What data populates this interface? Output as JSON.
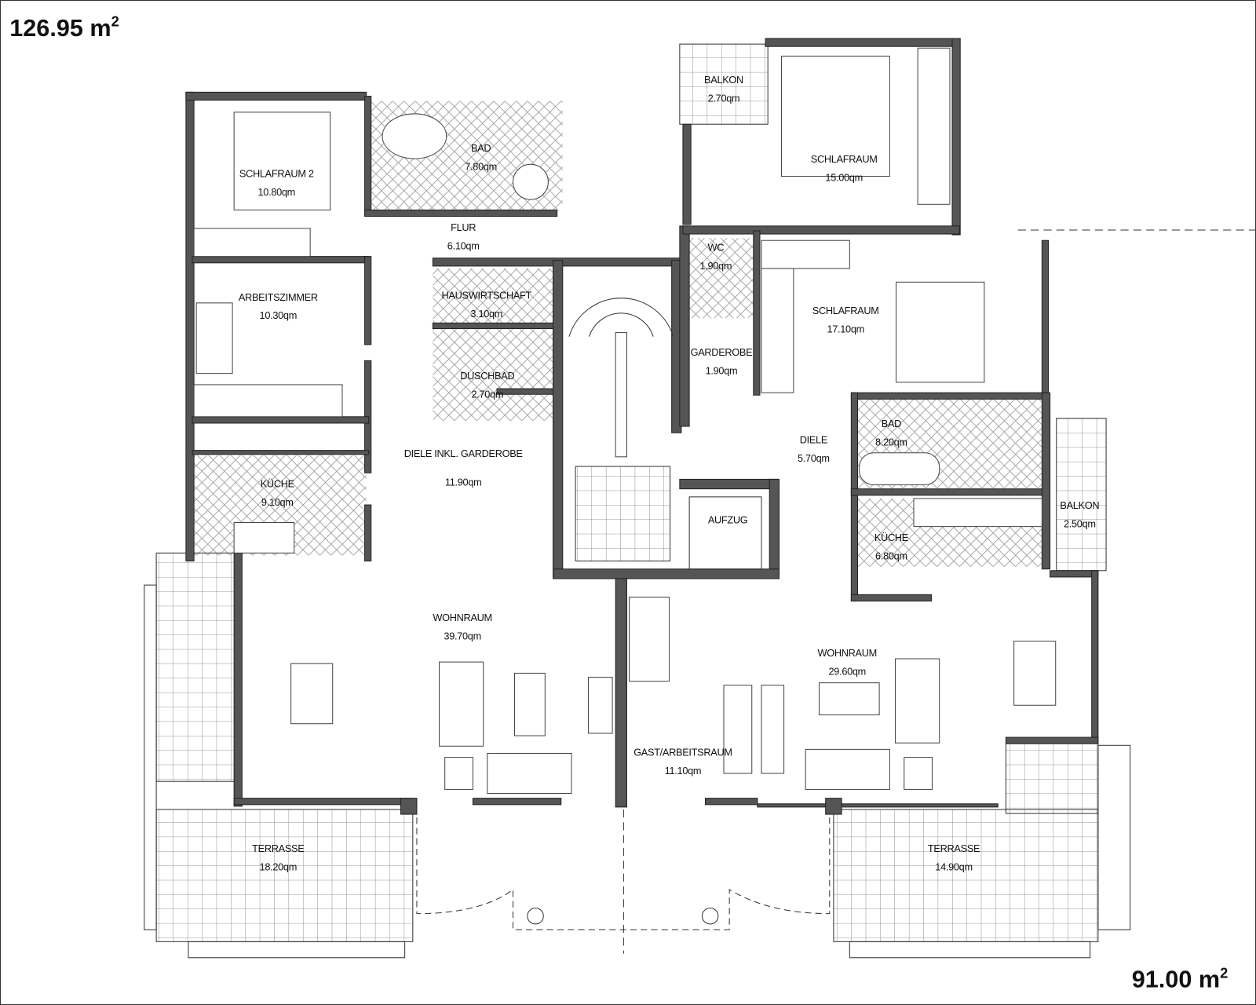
{
  "header": {
    "left_area": "126.95 m",
    "right_area": "91.00 m",
    "unit_exponent": "2"
  },
  "rooms": [
    {
      "name": "BALKON",
      "area": "2.70qm"
    },
    {
      "name": "SCHLAFRAUM 2",
      "area": "10.80qm"
    },
    {
      "name": "BAD",
      "area": "7.80qm"
    },
    {
      "name": "SCHLAFRAUM",
      "area": "15.00qm"
    },
    {
      "name": "FLUR",
      "area": "6.10qm"
    },
    {
      "name": "WC",
      "area": "1.90qm"
    },
    {
      "name": "ARBEITSZIMMER",
      "area": "10.30qm"
    },
    {
      "name": "HAUSWIRTSCHAFT",
      "area": "3.10qm"
    },
    {
      "name": "SCHLAFRAUM",
      "area": "17.10qm"
    },
    {
      "name": "GARDEROBE",
      "area": "1.90qm"
    },
    {
      "name": "DUSCHBAD",
      "area": "2.70qm"
    },
    {
      "name": "DIELE INKL. GARDEROBE",
      "area": "11.90qm"
    },
    {
      "name": "DIELE",
      "area": "5.70qm"
    },
    {
      "name": "BAD",
      "area": "8.20qm"
    },
    {
      "name": "KÜCHE",
      "area": "9.10qm"
    },
    {
      "name": "AUFZUG",
      "area": ""
    },
    {
      "name": "BALKON",
      "area": "2.50qm"
    },
    {
      "name": "KÜCHE",
      "area": "6.80qm"
    },
    {
      "name": "WOHNRAUM",
      "area": "39.70qm"
    },
    {
      "name": "WOHNRAUM",
      "area": "29.60qm"
    },
    {
      "name": "GAST/ARBEITSRAUM",
      "area": "11.10qm"
    },
    {
      "name": "TERRASSE",
      "area": "18.20qm"
    },
    {
      "name": "TERRASSE",
      "area": "14.90qm"
    }
  ]
}
